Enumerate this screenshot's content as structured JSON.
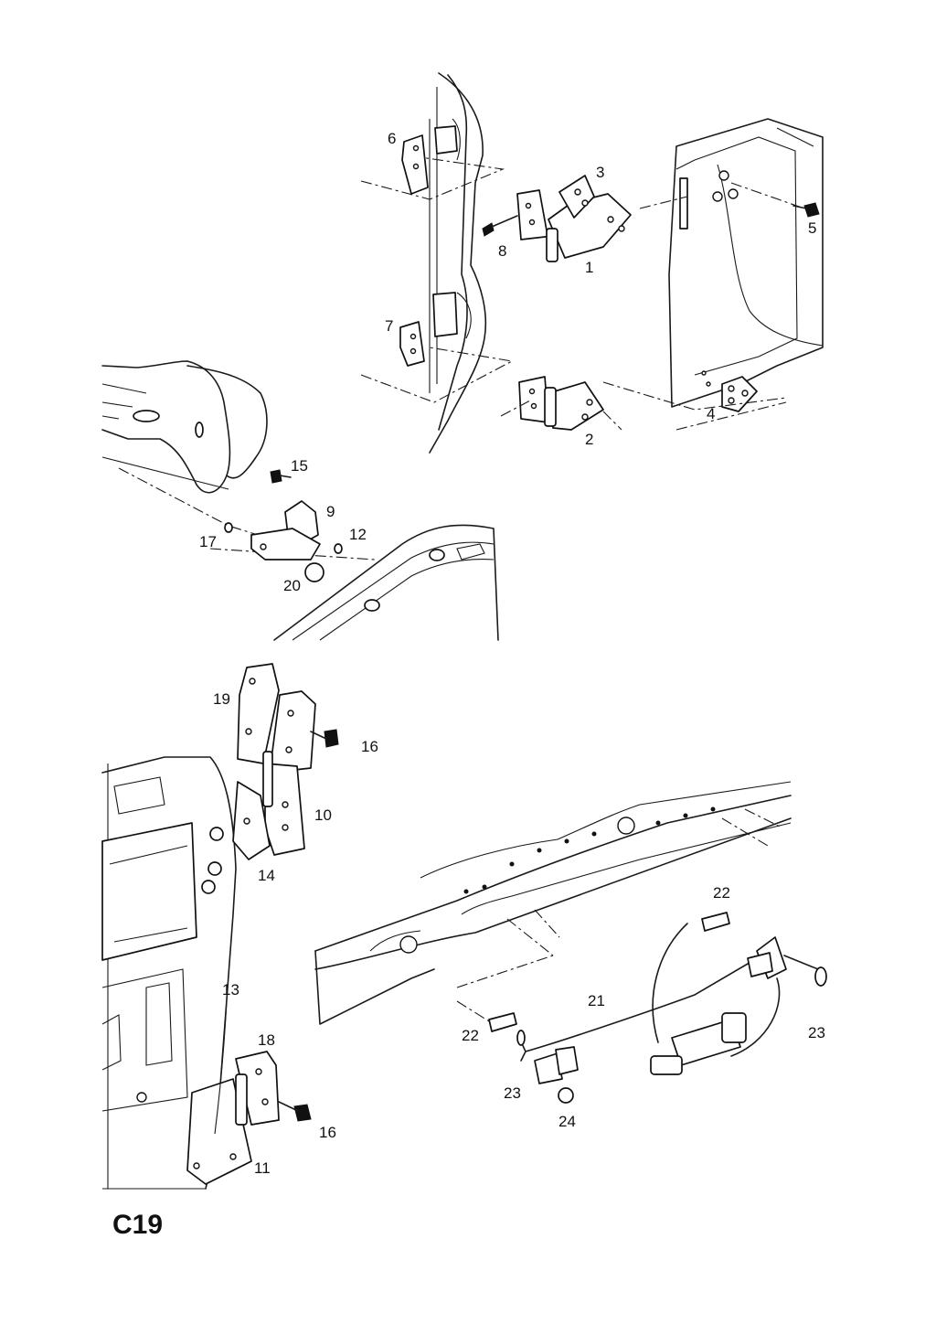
{
  "diagram": {
    "code": "C19",
    "callouts": [
      "1",
      "2",
      "3",
      "4",
      "5",
      "6",
      "7",
      "8",
      "9",
      "10",
      "11",
      "12",
      "13",
      "14",
      "15",
      "16",
      "16",
      "17",
      "18",
      "19",
      "20",
      "21",
      "22",
      "22",
      "23",
      "23",
      "24"
    ]
  }
}
